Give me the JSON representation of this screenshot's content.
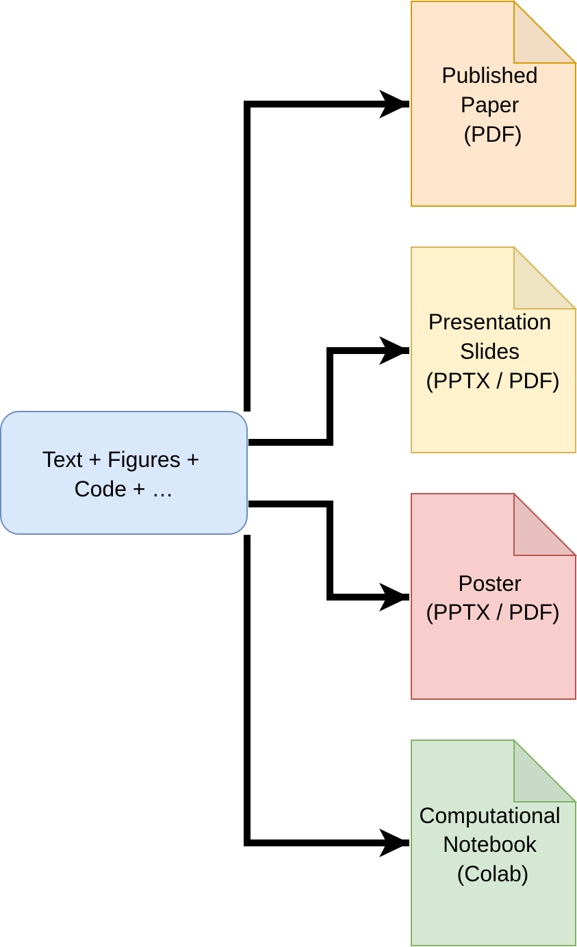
{
  "source": {
    "lines": [
      "Text + Figures +",
      "Code + …"
    ],
    "fill": "#dae8fc",
    "stroke": "#6c8ebf"
  },
  "outputs": [
    {
      "id": "paper",
      "lines": [
        "Published",
        "Paper",
        "(PDF)"
      ],
      "fill": "#ffe6cc",
      "fold": "#f2dcc4",
      "stroke": "#d79b00"
    },
    {
      "id": "slides",
      "lines": [
        "Presentation",
        "Slides",
        "(PPTX / PDF)"
      ],
      "fill": "#fff2cc",
      "fold": "#efe4c1",
      "stroke": "#d6b656"
    },
    {
      "id": "poster",
      "lines": [
        "Poster",
        "(PPTX / PDF)"
      ],
      "fill": "#f8cecc",
      "fold": "#e8c1bf",
      "stroke": "#b85450"
    },
    {
      "id": "notebook",
      "lines": [
        "Computational",
        "Notebook",
        "(Colab)"
      ],
      "fill": "#d5e8d4",
      "fold": "#c8dbc6",
      "stroke": "#82b366"
    }
  ],
  "connector_color": "#000000"
}
